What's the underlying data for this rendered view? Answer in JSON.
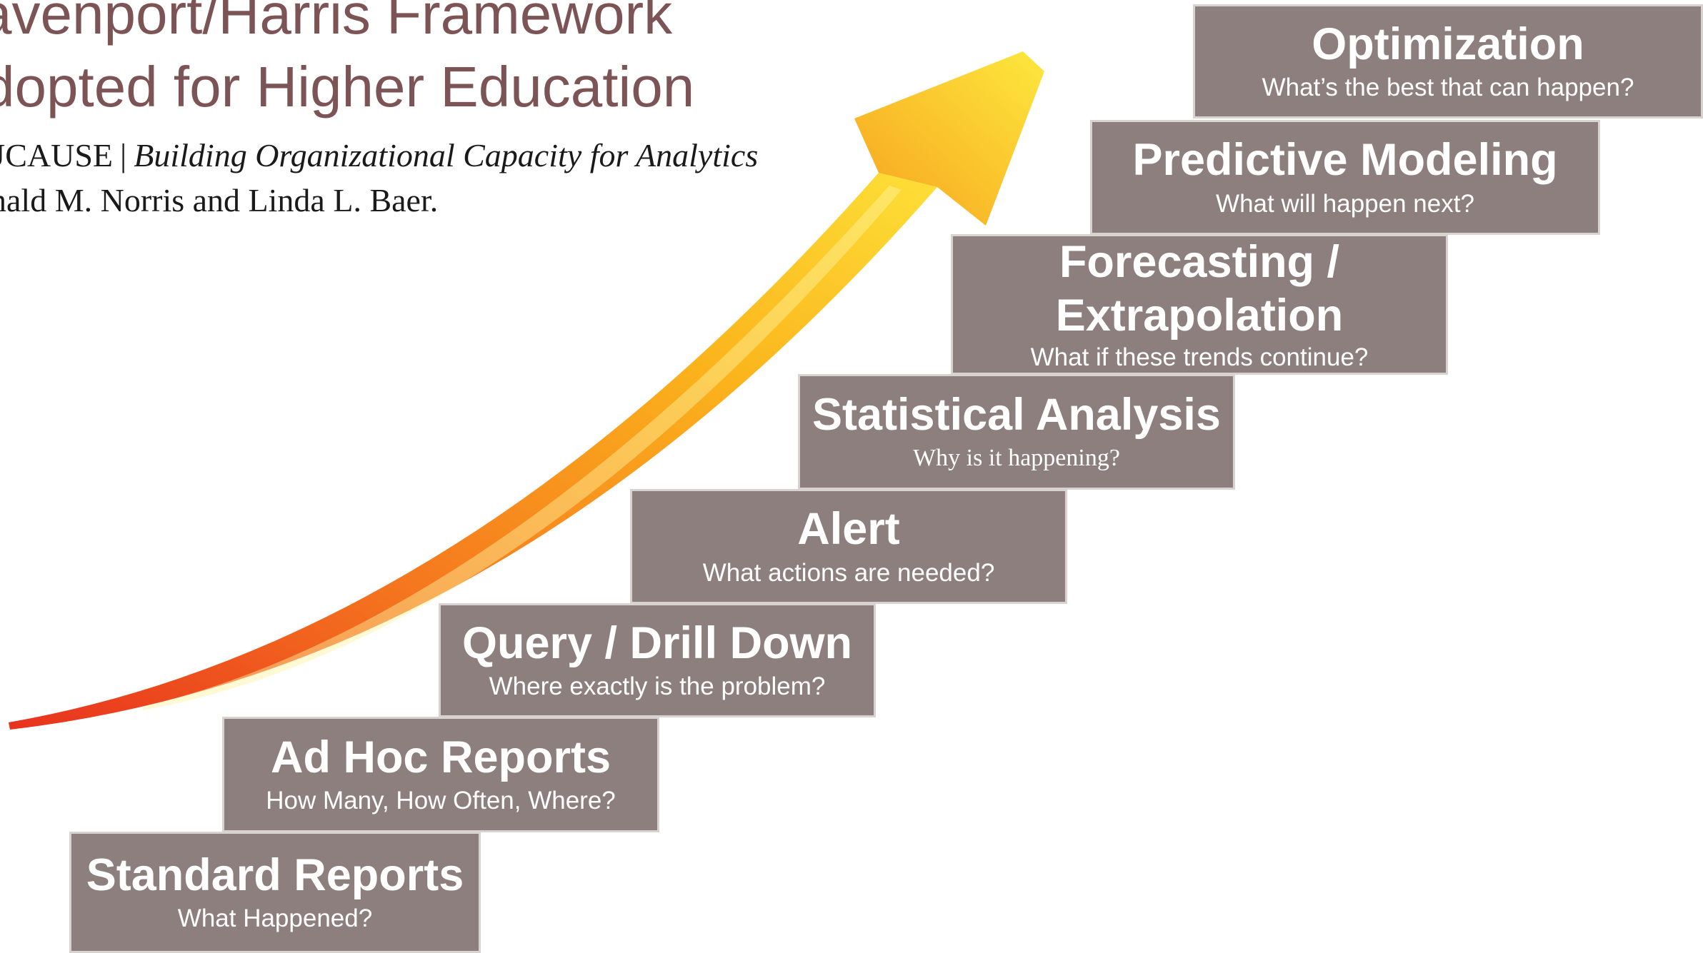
{
  "header": {
    "title_line1": "avenport/Harris Framework",
    "title_line2": "dopted for Higher Education",
    "citation_org": "UCAUSE",
    "citation_separator": "|",
    "citation_title": "Building Organizational Capacity for Analytics",
    "citation_authors": "nald M. Norris and Linda L. Baer."
  },
  "steps": [
    {
      "title": "Standard Reports",
      "subtitle": "What Happened?"
    },
    {
      "title": "Ad Hoc Reports",
      "subtitle": "How Many, How Often, Where?"
    },
    {
      "title": "Query / Drill Down",
      "subtitle": "Where exactly is the problem?"
    },
    {
      "title": "Alert",
      "subtitle": "What actions are needed?"
    },
    {
      "title": "Statistical Analysis",
      "subtitle": "Why is it happening?"
    },
    {
      "title": "Forecasting / Extrapolation",
      "subtitle": "What if these trends continue?"
    },
    {
      "title": "Predictive Modeling",
      "subtitle": "What will happen next?"
    },
    {
      "title": "Optimization",
      "subtitle": "What’s the best that can happen?"
    }
  ],
  "colors": {
    "step_fill": "#8c7f7e",
    "step_border": "#d8d2d0",
    "title_text": "#7d5456",
    "arrow_gradient": [
      "#e8321e",
      "#f5781e",
      "#fbb31c",
      "#fde037"
    ]
  },
  "icons": {
    "arrow": "rising-curved-arrow"
  }
}
